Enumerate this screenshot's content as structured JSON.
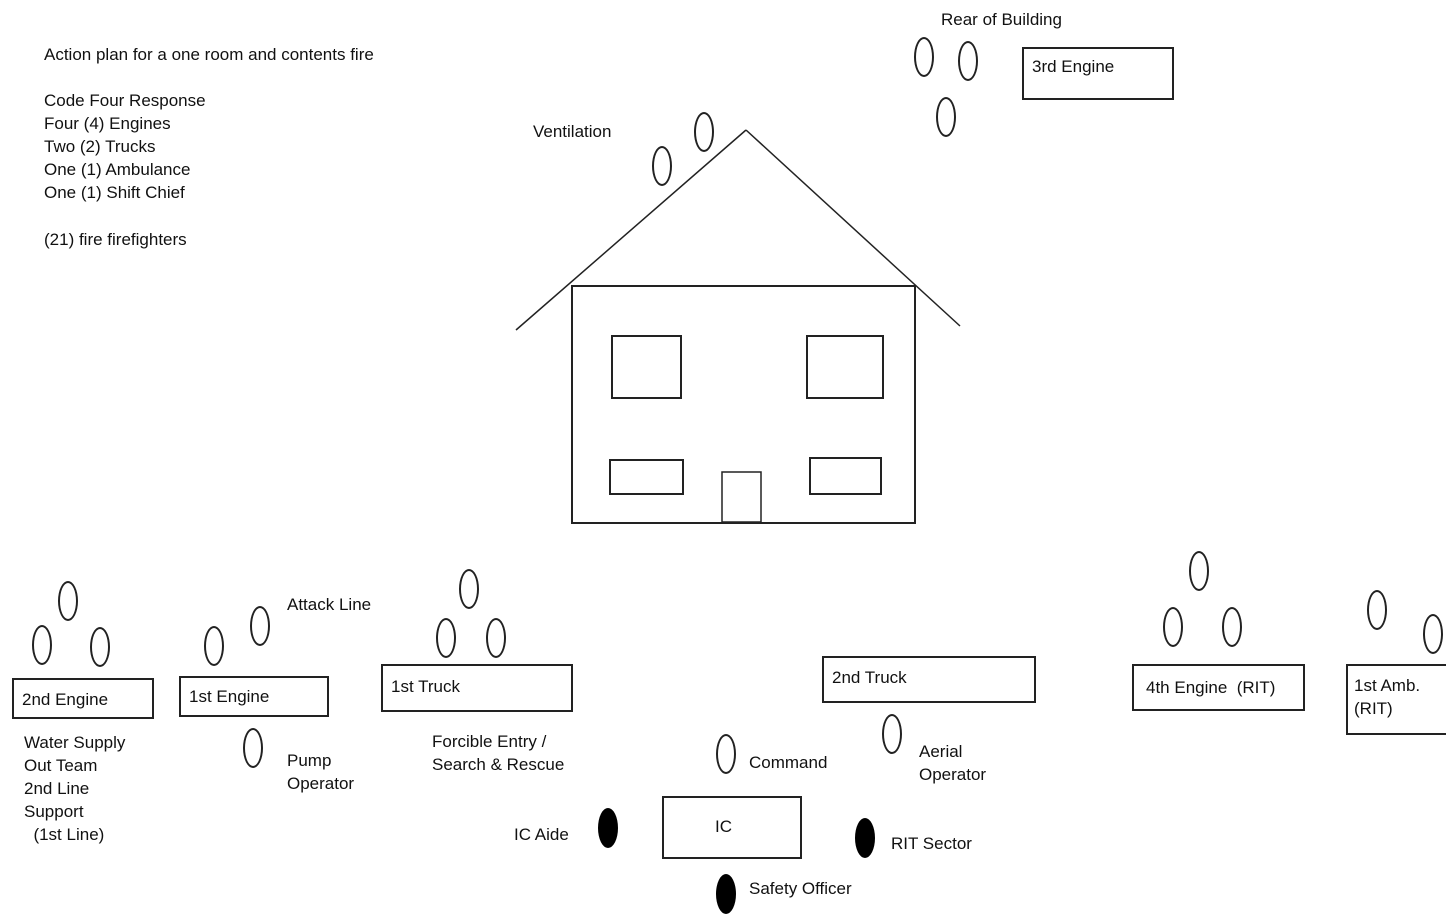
{
  "intro": {
    "title": "Action plan for a one room and contents fire",
    "response_lines": [
      "Code Four Response",
      "Four (4) Engines",
      "Two (2) Trucks",
      "One (1) Ambulance",
      "One (1) Shift Chief"
    ],
    "personnel": "(21) fire firefighters"
  },
  "labels": {
    "rear": "Rear of Building",
    "ventilation": "Ventilation",
    "attack_line": "Attack Line",
    "water_supply": "Water Supply\nOut Team\n2nd Line\nSupport\n  (1st Line)",
    "pump_operator": "Pump\nOperator",
    "forcible_entry": "Forcible Entry /\nSearch & Rescue",
    "command": "Command",
    "aerial_operator": "Aerial\nOperator",
    "ic_aide": "IC Aide",
    "rit_sector": "RIT Sector",
    "safety_officer": "Safety Officer"
  },
  "units": {
    "engine3": "3rd Engine",
    "engine2": "2nd Engine",
    "engine1": "1st Engine",
    "truck1": "1st Truck",
    "truck2": "2nd Truck",
    "engine4": "4th Engine  (RIT)",
    "amb1": "1st Amb.\n(RIT)",
    "ic": "IC"
  },
  "colors": {
    "stroke": "#222222",
    "filled_marker": "#000000",
    "background": "#ffffff"
  }
}
